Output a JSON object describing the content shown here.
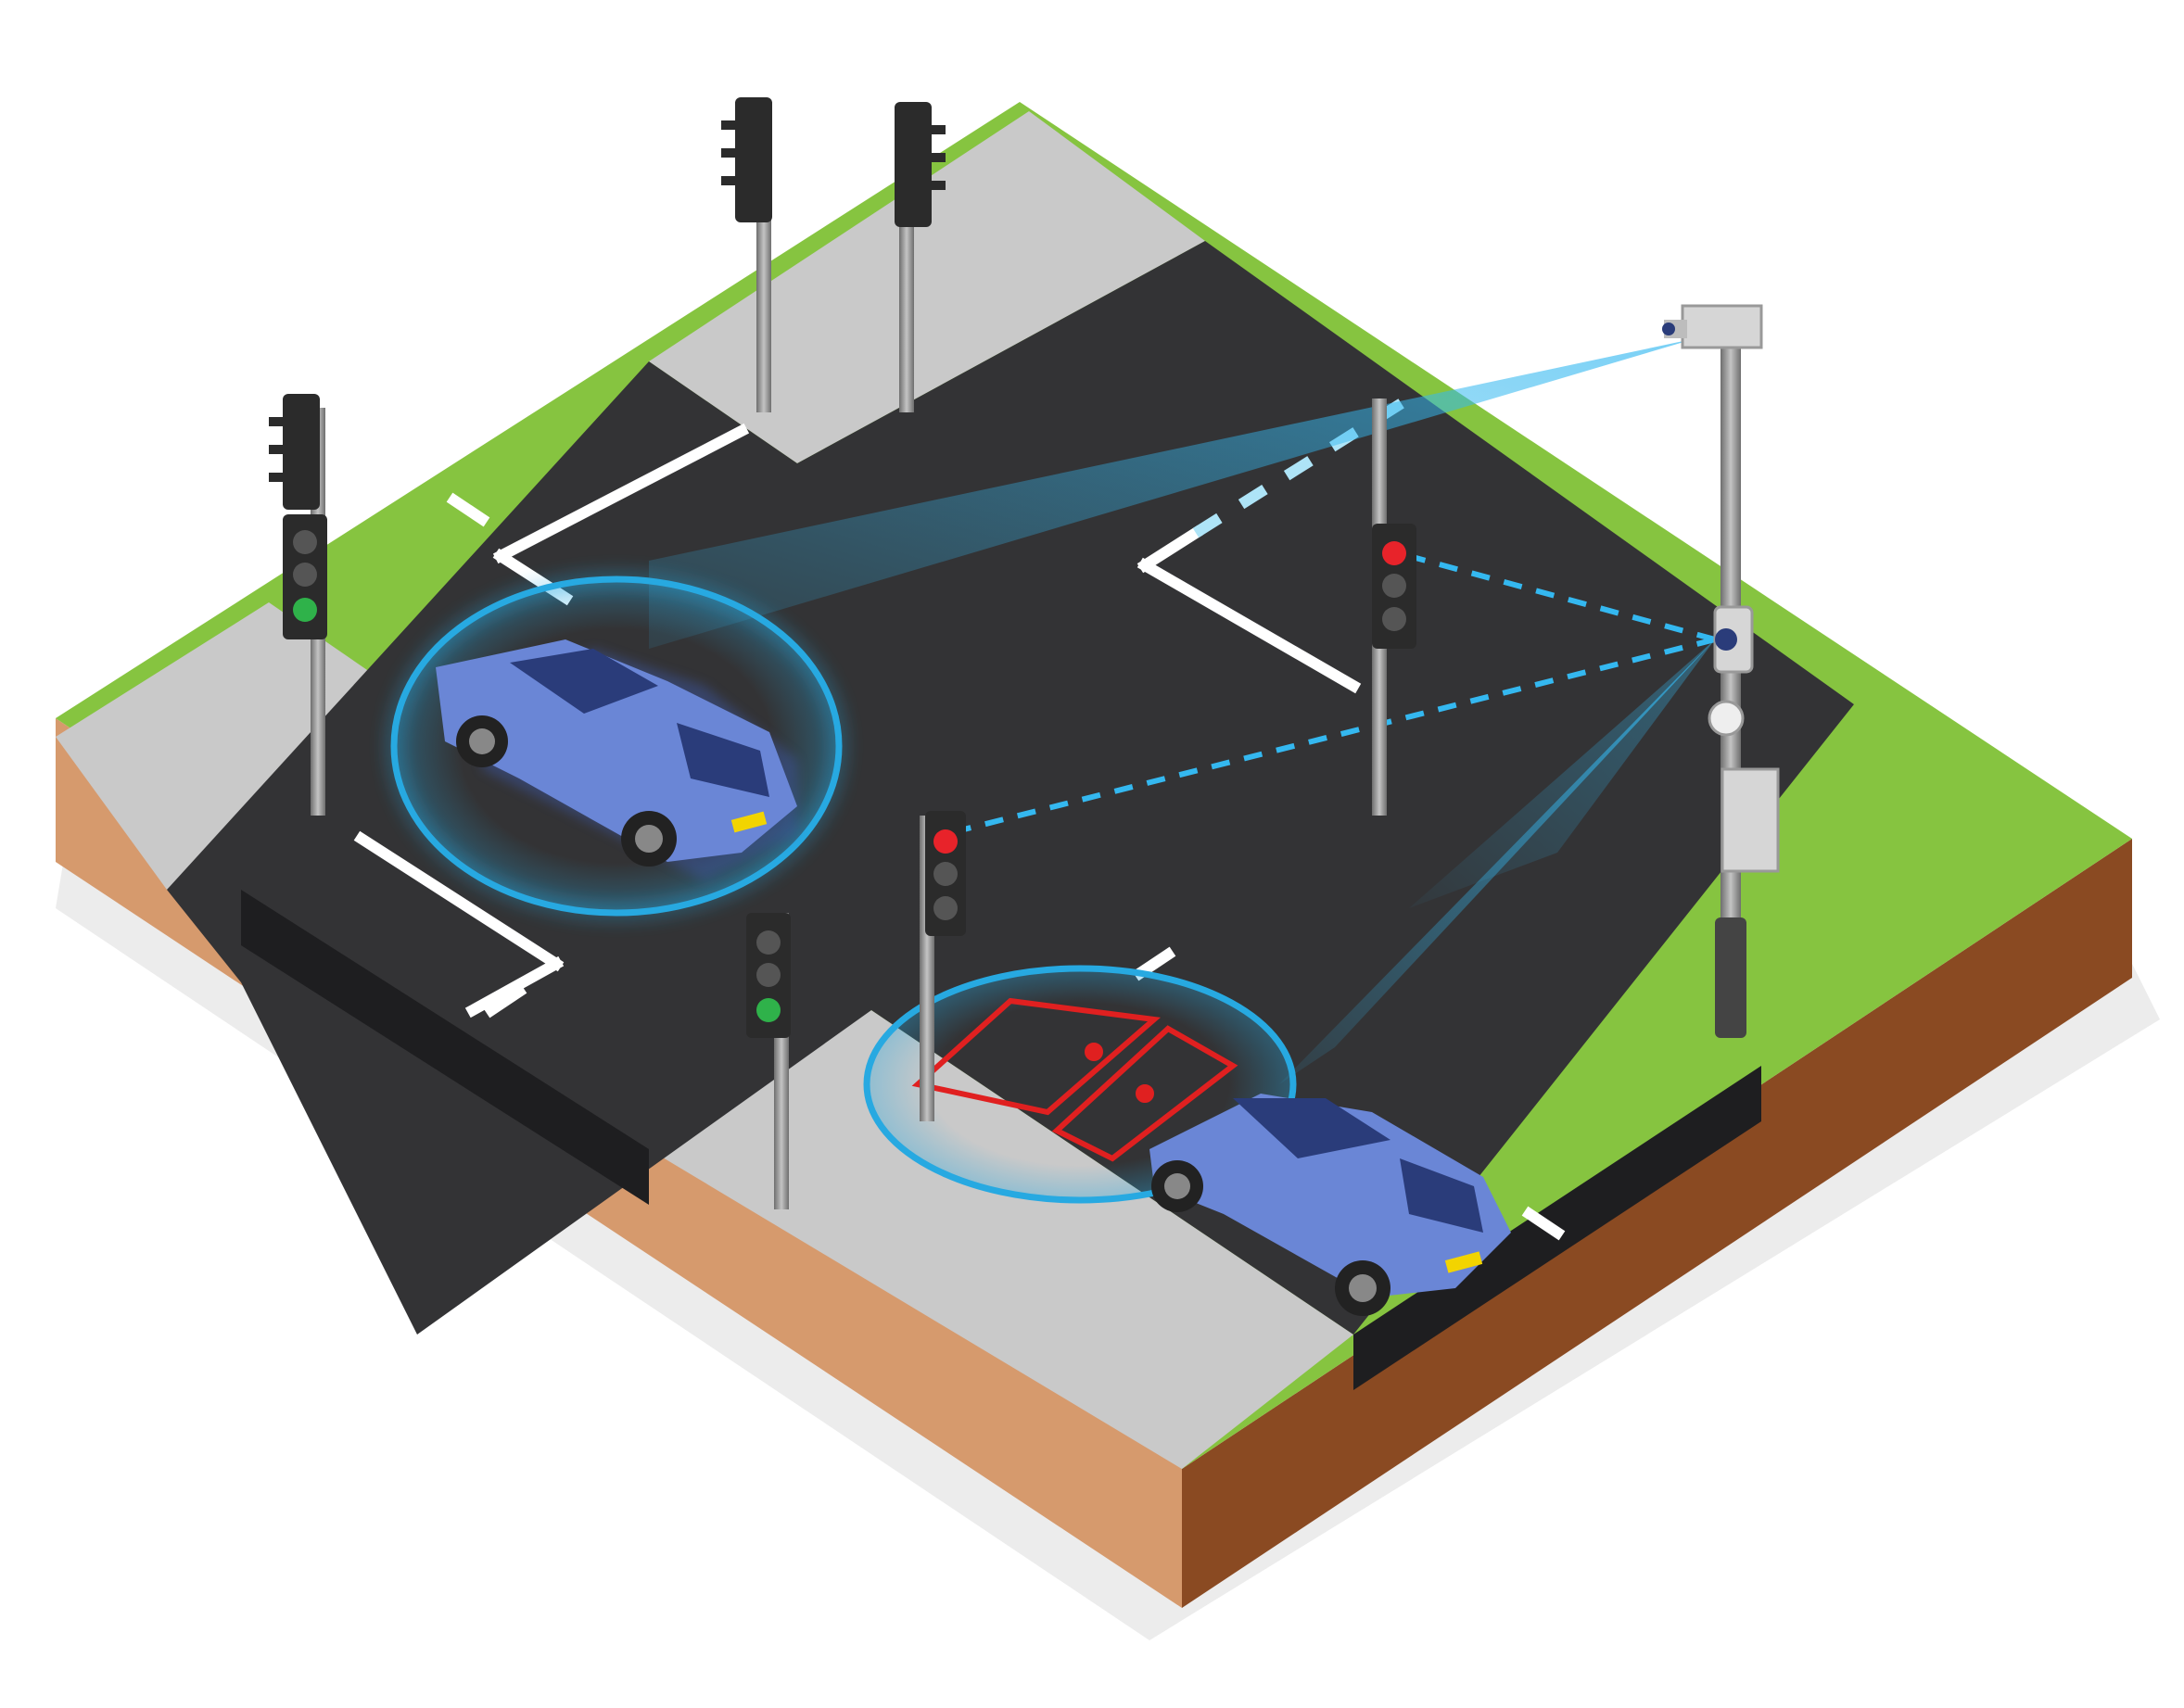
{
  "scene": {
    "colors": {
      "road": "#333335",
      "road_edge": "#1e1e20",
      "kerb": "#bdbdbd",
      "pavement": "#c9c9c9",
      "grass": "#86c440",
      "soil_front": "#d69a6d",
      "soil_side": "#8a4a22",
      "ground_shadow": "#ececec",
      "marking": "#ffffff",
      "detect_blue": "#27a9e1",
      "beam_blue": "#34b8f0",
      "car_body": "#6a86d6",
      "car_dark": "#3e58a8",
      "loop_red": "#e02020",
      "pole": "#9a9a9a",
      "signal_housing": "#2b2b2b",
      "light_red": "#e8232a",
      "light_green": "#2fb24a",
      "light_off": "#555555"
    },
    "cars": [
      {
        "id": "car-in-junction",
        "state": "running red light (motion blur)"
      },
      {
        "id": "car-waiting",
        "state": "stopped over detection loops"
      }
    ],
    "signals": [
      {
        "id": "signal-far-left-1",
        "lit": "none"
      },
      {
        "id": "signal-far-left-2",
        "lit": "none"
      },
      {
        "id": "signal-far-top-1",
        "lit": "none"
      },
      {
        "id": "signal-far-top-2",
        "lit": "none"
      },
      {
        "id": "signal-left",
        "lit": "green"
      },
      {
        "id": "signal-right",
        "lit": "red"
      },
      {
        "id": "signal-center",
        "lit": "red"
      },
      {
        "id": "signal-front",
        "lit": "green"
      }
    ],
    "icons": [
      "camera-icon",
      "traffic-light-icon",
      "car-icon",
      "detection-loop-icon"
    ]
  }
}
